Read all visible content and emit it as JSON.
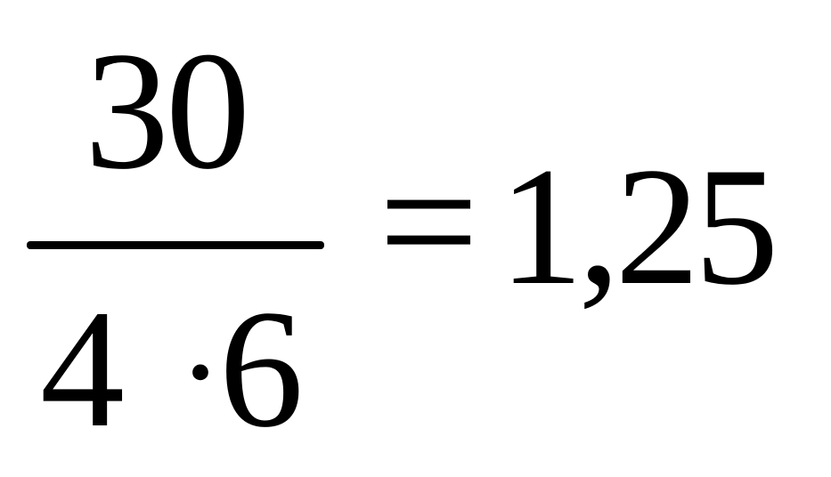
{
  "formula": {
    "numerator": "30",
    "denominator": {
      "first": "4",
      "operator": "·",
      "second": "6"
    },
    "equals": "=",
    "result": "1,25"
  }
}
